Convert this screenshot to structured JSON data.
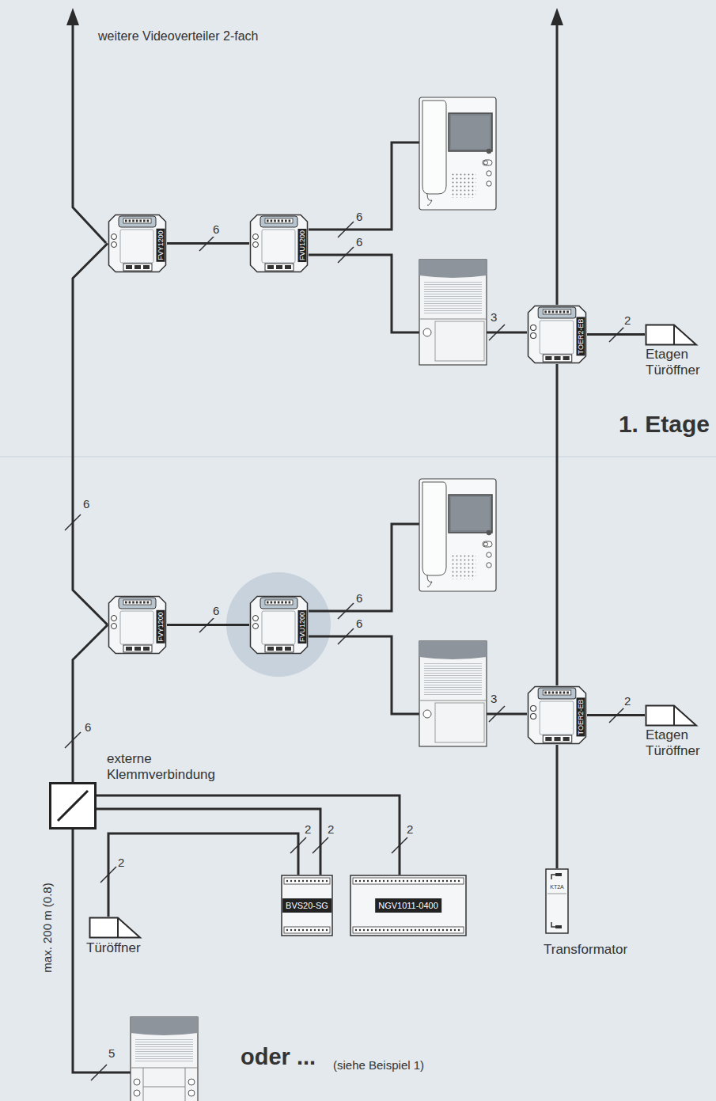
{
  "diagram": {
    "nodes": [
      {
        "text": [
          "FVY1200"
        ]
      },
      {
        "text": [
          "FVU1200"
        ]
      },
      {
        "text": [
          "TOER2-EB"
        ]
      },
      {
        "text": [
          "Etagen Türöffner"
        ]
      },
      {
        "text": [
          "FVY1200"
        ]
      },
      {
        "text": [
          "FVU1200"
        ]
      },
      {
        "text": [
          "TOER2-EB"
        ]
      },
      {
        "text": [
          "Etagen Türöffner"
        ]
      },
      {
        "text": [
          "externe Klemmverbindung"
        ]
      },
      {
        "text": [
          "BVS20-SG"
        ]
      },
      {
        "text": [
          "NGV1011-0400"
        ]
      },
      {
        "text": [
          "Türöffner"
        ]
      },
      {
        "text": [
          "KT2A",
          "Transformator"
        ]
      }
    ],
    "edges": [
      {
        "from": 0,
        "to": 1,
        "label": "6",
        "arrow": "none"
      },
      {
        "from": 2,
        "to": 3,
        "label": "2",
        "arrow": "none"
      },
      {
        "from": 4,
        "to": 0,
        "label": "6",
        "arrow": "none"
      },
      {
        "from": 4,
        "to": 5,
        "label": "6",
        "arrow": "none"
      },
      {
        "from": 6,
        "to": 2,
        "arrow": "none"
      },
      {
        "from": 6,
        "to": 7,
        "label": "2",
        "arrow": "none"
      },
      {
        "from": 8,
        "to": 4,
        "label": "6",
        "arrow": "none"
      },
      {
        "from": 8,
        "to": 9,
        "label": "2",
        "arrow": "none"
      },
      {
        "from": 8,
        "to": 10,
        "label": "2",
        "arrow": "none"
      },
      {
        "from": 11,
        "to": 9,
        "label": "2",
        "arrow": "none"
      },
      {
        "from": 12,
        "to": 6,
        "arrow": "none"
      }
    ],
    "labels": [
      "weitere Videoverteiler 2-fach",
      "6",
      "6",
      "3",
      "1. Etage",
      "6",
      "6",
      "3",
      "2",
      "max. 200 m (0.8)",
      "5",
      "oder ...",
      "(siehe Beispiel 1)"
    ]
  }
}
